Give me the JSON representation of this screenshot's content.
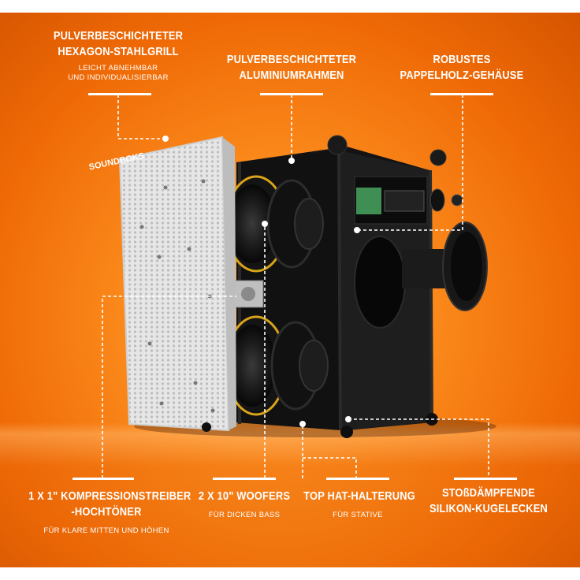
{
  "brand": "SOUNDBOKS",
  "callouts": {
    "grill": {
      "title1": "PULVERBESCHICHTETER",
      "title2": "HEXAGON-STAHLGRILL",
      "sub1": "LEICHT ABNEHMBAR",
      "sub2": "UND INDIVIDUALISIERBAR"
    },
    "frame": {
      "title1": "PULVERBESCHICHTETER",
      "title2": "ALUMINIUMRAHMEN"
    },
    "housing": {
      "title1": "ROBUSTES",
      "title2": "PAPPELHOLZ-GEHÄUSE"
    },
    "tweeter": {
      "title1": "1 X 1\" KOMPRESSIONSTREIBER",
      "title2": "-HOCHTÖNER",
      "sub1": "FÜR KLARE MITTEN UND HÖHEN"
    },
    "woofers": {
      "title1": "2 X 10\" WOOFERS",
      "sub1": "FÜR DICKEN BASS"
    },
    "tophat": {
      "title1": "TOP HAT-HALTERUNG",
      "sub1": "FÜR STATIVE"
    },
    "corners": {
      "title1": "STOßDÄMPFENDE",
      "title2": "SILIKON-KUGELECKEN"
    }
  },
  "colors": {
    "background": "#f27a10",
    "text": "#ffffff",
    "speaker": "#151515",
    "grill": "#e9e9e9",
    "cone_accent": "#d9a41a"
  }
}
